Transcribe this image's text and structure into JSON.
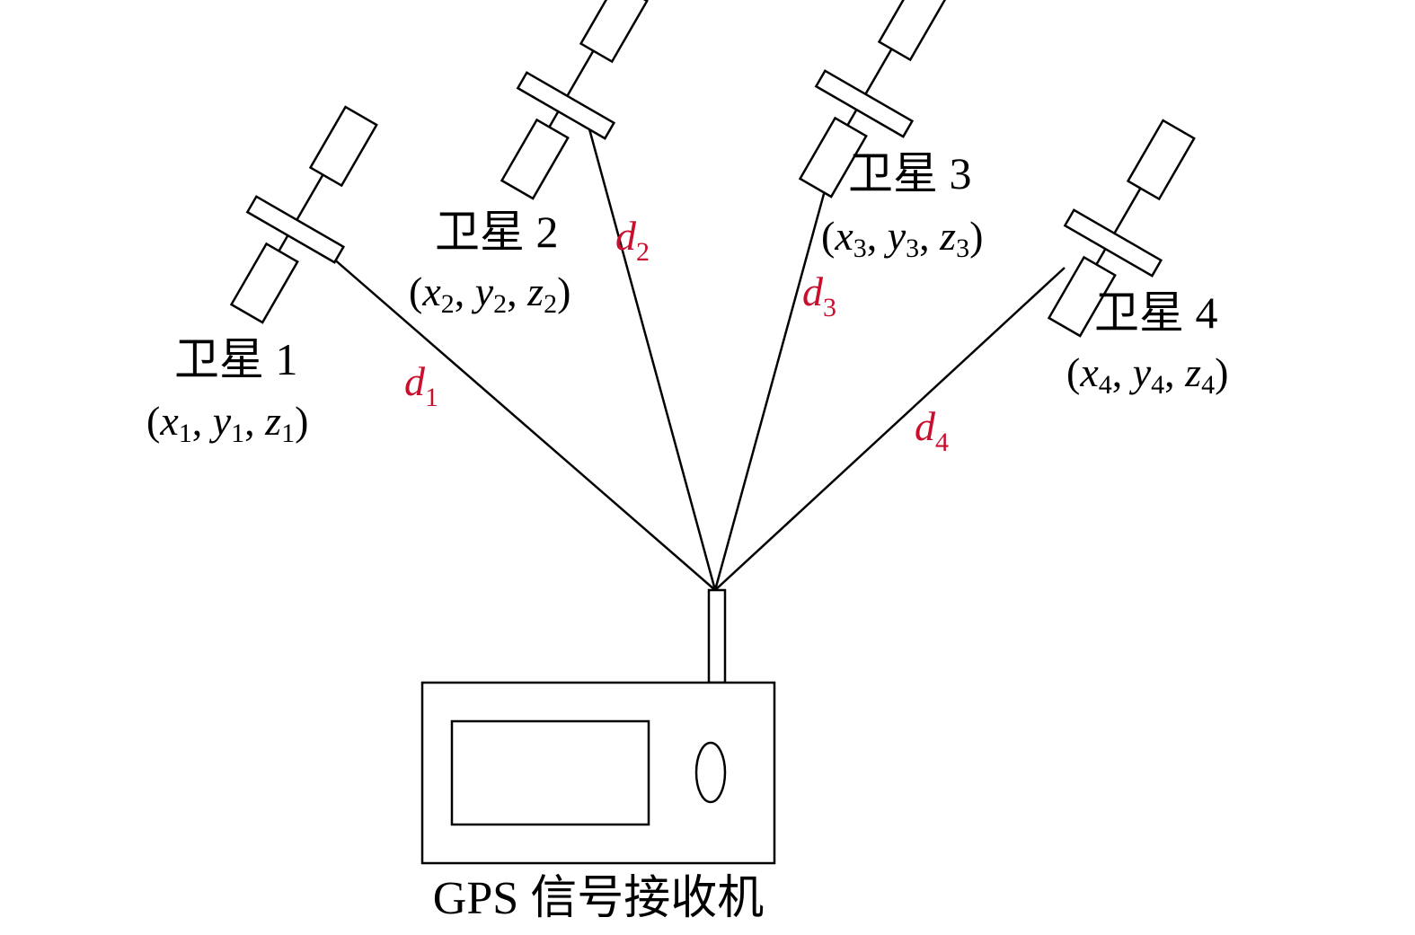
{
  "colors": {
    "line": "#000000",
    "distance_label": "#c8102e",
    "background": "#ffffff"
  },
  "satellites": [
    {
      "name": "卫星 1",
      "x": "x",
      "y": "y",
      "z": "z",
      "index": "1",
      "distance_symbol": "d",
      "distance_index": "1"
    },
    {
      "name": "卫星 2",
      "x": "x",
      "y": "y",
      "z": "z",
      "index": "2",
      "distance_symbol": "d",
      "distance_index": "2"
    },
    {
      "name": "卫星 3",
      "x": "x",
      "y": "y",
      "z": "z",
      "index": "3",
      "distance_symbol": "d",
      "distance_index": "3"
    },
    {
      "name": "卫星 4",
      "x": "x",
      "y": "y",
      "z": "z",
      "index": "4",
      "distance_symbol": "d",
      "distance_index": "4"
    }
  ],
  "receiver": {
    "caption": "GPS 信号接收机"
  },
  "icons": [
    "satellite-icon",
    "gps-receiver-icon",
    "antenna-icon"
  ]
}
